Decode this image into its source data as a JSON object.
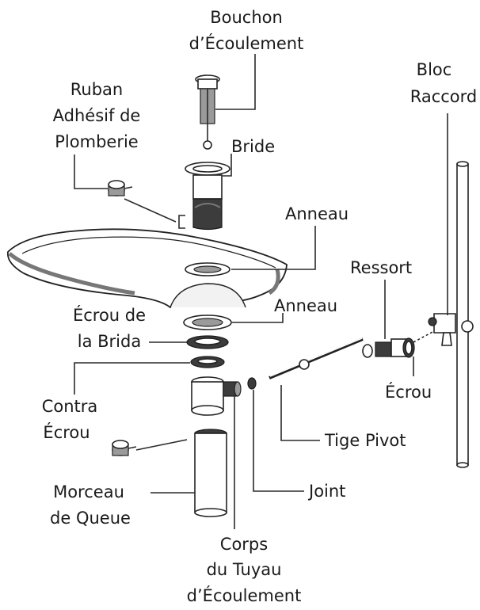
{
  "labels": {
    "bouchon_1": "Bouchon",
    "bouchon_2": "d’Écoulement",
    "bloc_1": "Bloc",
    "bloc_2": "Raccord",
    "ruban_1": "Ruban",
    "ruban_2": "Adhésif de",
    "ruban_3": "Plomberie",
    "bride": "Bride",
    "anneau_top": "Anneau",
    "ressort": "Ressort",
    "anneau_bottom": "Anneau",
    "ecrou_bride_1": "Écrou de",
    "ecrou_bride_2": "la Brida",
    "contra_1": "Contra",
    "contra_2": "Écrou",
    "ecrou": "Écrou",
    "tige": "Tige Pivot",
    "joint": "Joint",
    "morceau_1": "Morceau",
    "morceau_2": "de Queue",
    "corps_1": "Corps",
    "corps_2": "du Tuyau",
    "corps_3": "d’Écoulement"
  },
  "colors": {
    "line": "#2a2a2a",
    "shade": "#9a9a9a",
    "dark": "#3c3c3c"
  }
}
